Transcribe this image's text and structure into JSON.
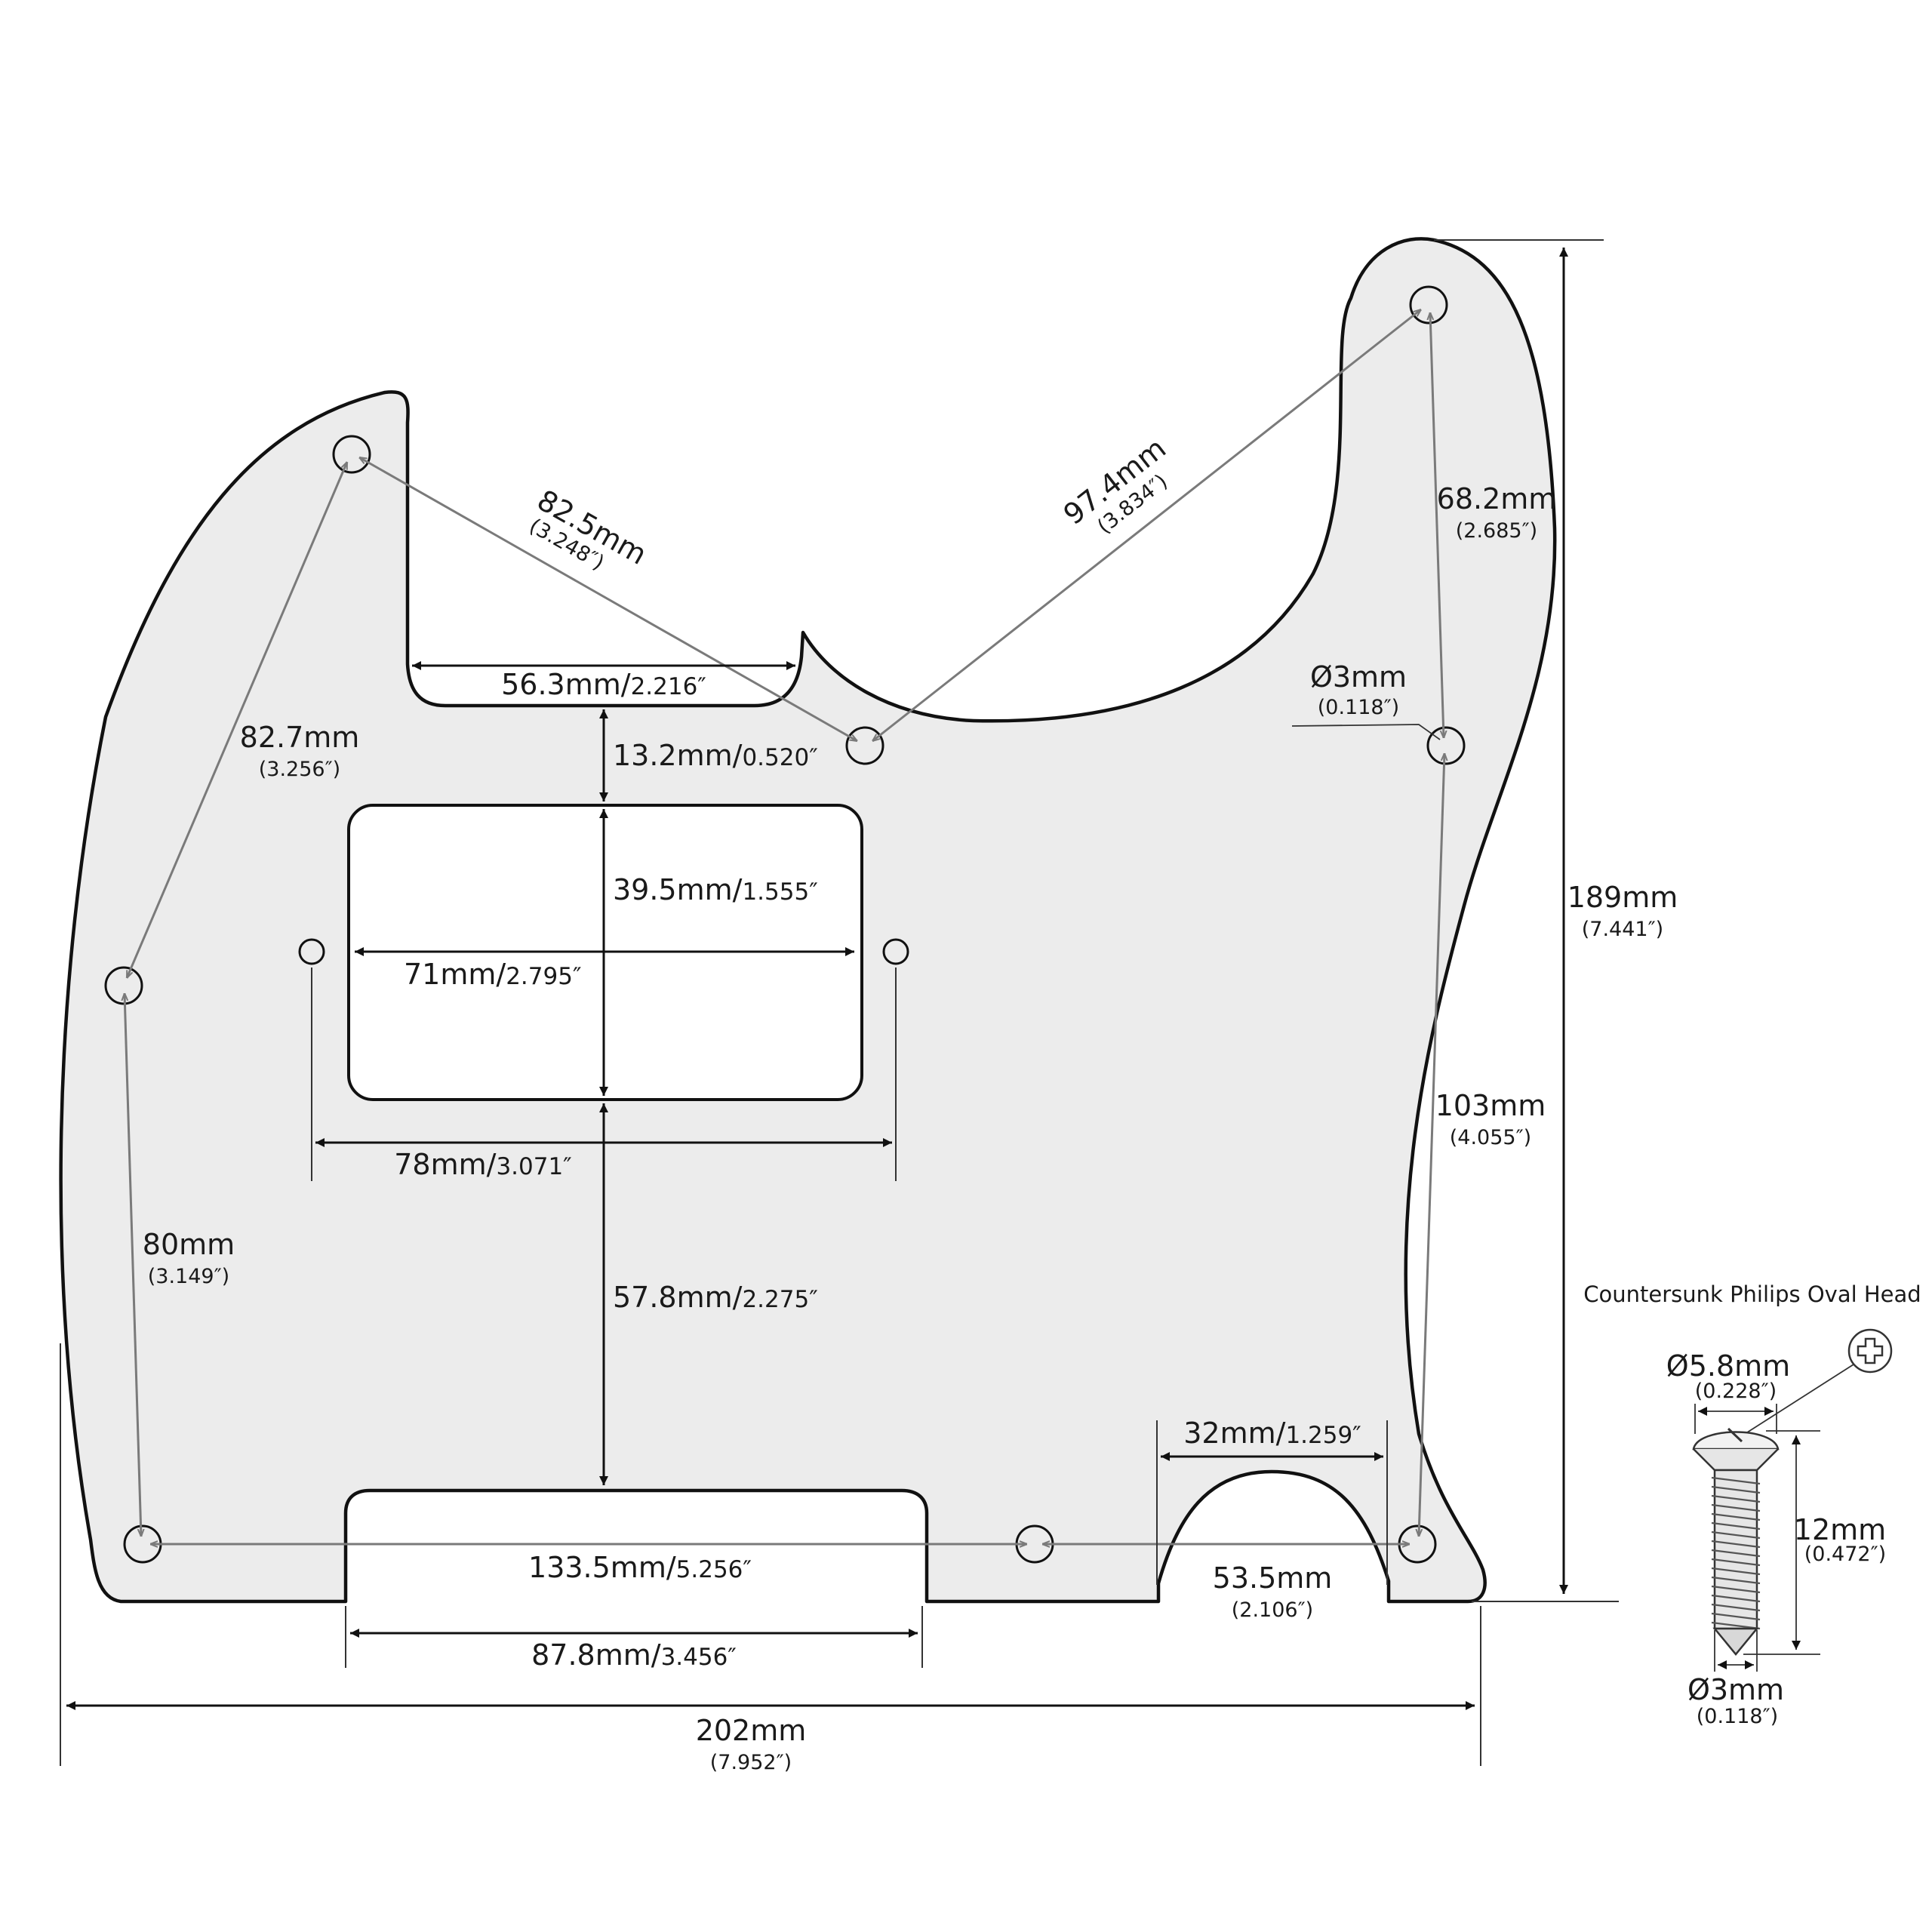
{
  "labels": {
    "d_82_5": {
      "mm": "82.5mm",
      "in": "(3.248″)"
    },
    "d_97_4": {
      "mm": "97.4mm",
      "in": "(3.834″)"
    },
    "d_68_2": {
      "mm": "68.2mm",
      "in": "(2.685″)"
    },
    "d_82_7": {
      "mm": "82.7mm",
      "in": "(3.256″)"
    },
    "d_56_3": {
      "mm": "56.3mm/",
      "in": "2.216″"
    },
    "d_13_2": {
      "mm": "13.2mm/",
      "in": "0.520″"
    },
    "d_39_5": {
      "mm": "39.5mm/",
      "in": "1.555″"
    },
    "d_71": {
      "mm": "71mm/",
      "in": "2.795″"
    },
    "d_78": {
      "mm": "78mm/",
      "in": "3.071″"
    },
    "d_57_8": {
      "mm": "57.8mm/",
      "in": "2.275″"
    },
    "d_80": {
      "mm": "80mm",
      "in": "(3.149″)"
    },
    "d_189": {
      "mm": "189mm",
      "in": "(7.441″)"
    },
    "d_103": {
      "mm": "103mm",
      "in": "(4.055″)"
    },
    "d_hole": {
      "mm": "Ø3mm",
      "in": "(0.118″)"
    },
    "d_32": {
      "mm": "32mm/",
      "in": "1.259″"
    },
    "d_133_5": {
      "mm": "133.5mm/",
      "in": "5.256″"
    },
    "d_53_5": {
      "mm": "53.5mm",
      "in": "(2.106″)"
    },
    "d_87_8": {
      "mm": "87.8mm/",
      "in": "3.456″"
    },
    "d_202": {
      "mm": "202mm",
      "in": "(7.952″)"
    }
  },
  "screw": {
    "title": "Countersunk Philips Oval Head",
    "head_dia": {
      "mm": "Ø5.8mm",
      "in": "(0.228″)"
    },
    "length": {
      "mm": "12mm",
      "in": "(0.472″)"
    },
    "shank_dia": {
      "mm": "Ø3mm",
      "in": "(0.118″)"
    }
  },
  "colors": {
    "pickguard_fill": "#ececec",
    "outline": "#111111",
    "hole_dimension": "#7a7a7a"
  }
}
